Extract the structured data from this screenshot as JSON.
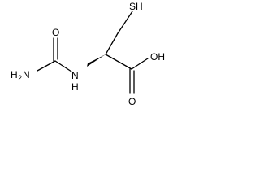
{
  "molecule": {
    "atoms": {
      "thiol": "SH",
      "carbonyl_oxygen_left": "O",
      "amine_nitrogen": "N",
      "amine_hydrogen": "H",
      "amine_subscript": "2",
      "amide_nitrogen": "N",
      "amide_hydrogen": "H",
      "hydroxyl": "OH",
      "carbonyl_oxygen_right": "O"
    }
  }
}
